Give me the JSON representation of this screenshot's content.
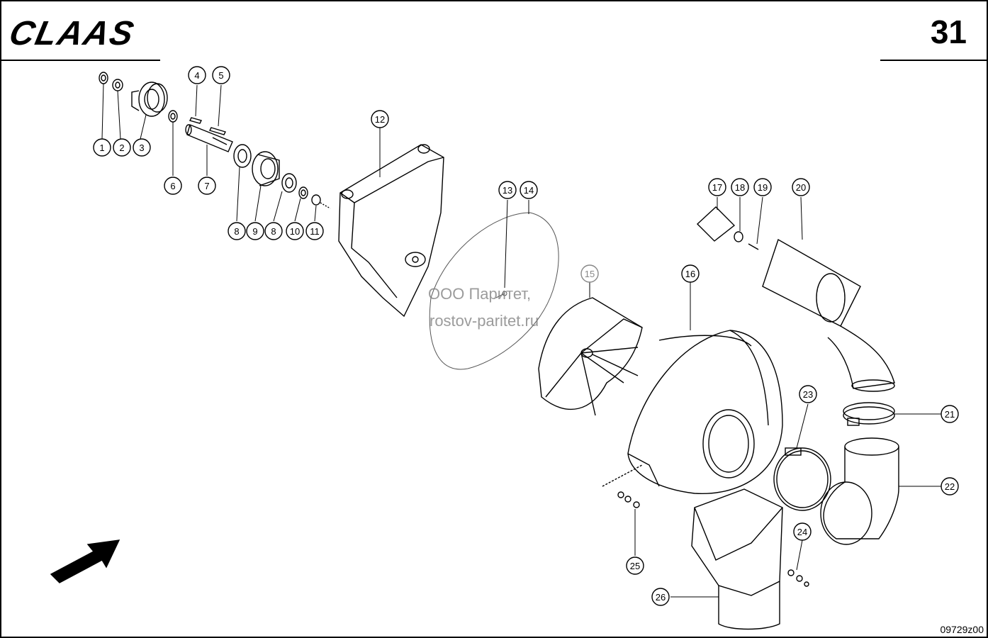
{
  "header": {
    "brand": "CLAAS",
    "page_number": "31"
  },
  "drawing_code": "09729z00",
  "watermark": {
    "line1": "ООО Паритет,",
    "line2": "rostov-paritet.ru"
  },
  "callouts": [
    "1",
    "2",
    "3",
    "4",
    "5",
    "6",
    "7",
    "8",
    "9",
    "8",
    "10",
    "11",
    "12",
    "13",
    "14",
    "15",
    "16",
    "17",
    "18",
    "19",
    "20",
    "21",
    "22",
    "23",
    "24",
    "25",
    "26"
  ],
  "colors": {
    "ink": "#000000",
    "faded_part": "#888888",
    "watermark": "#7a7a7a"
  }
}
